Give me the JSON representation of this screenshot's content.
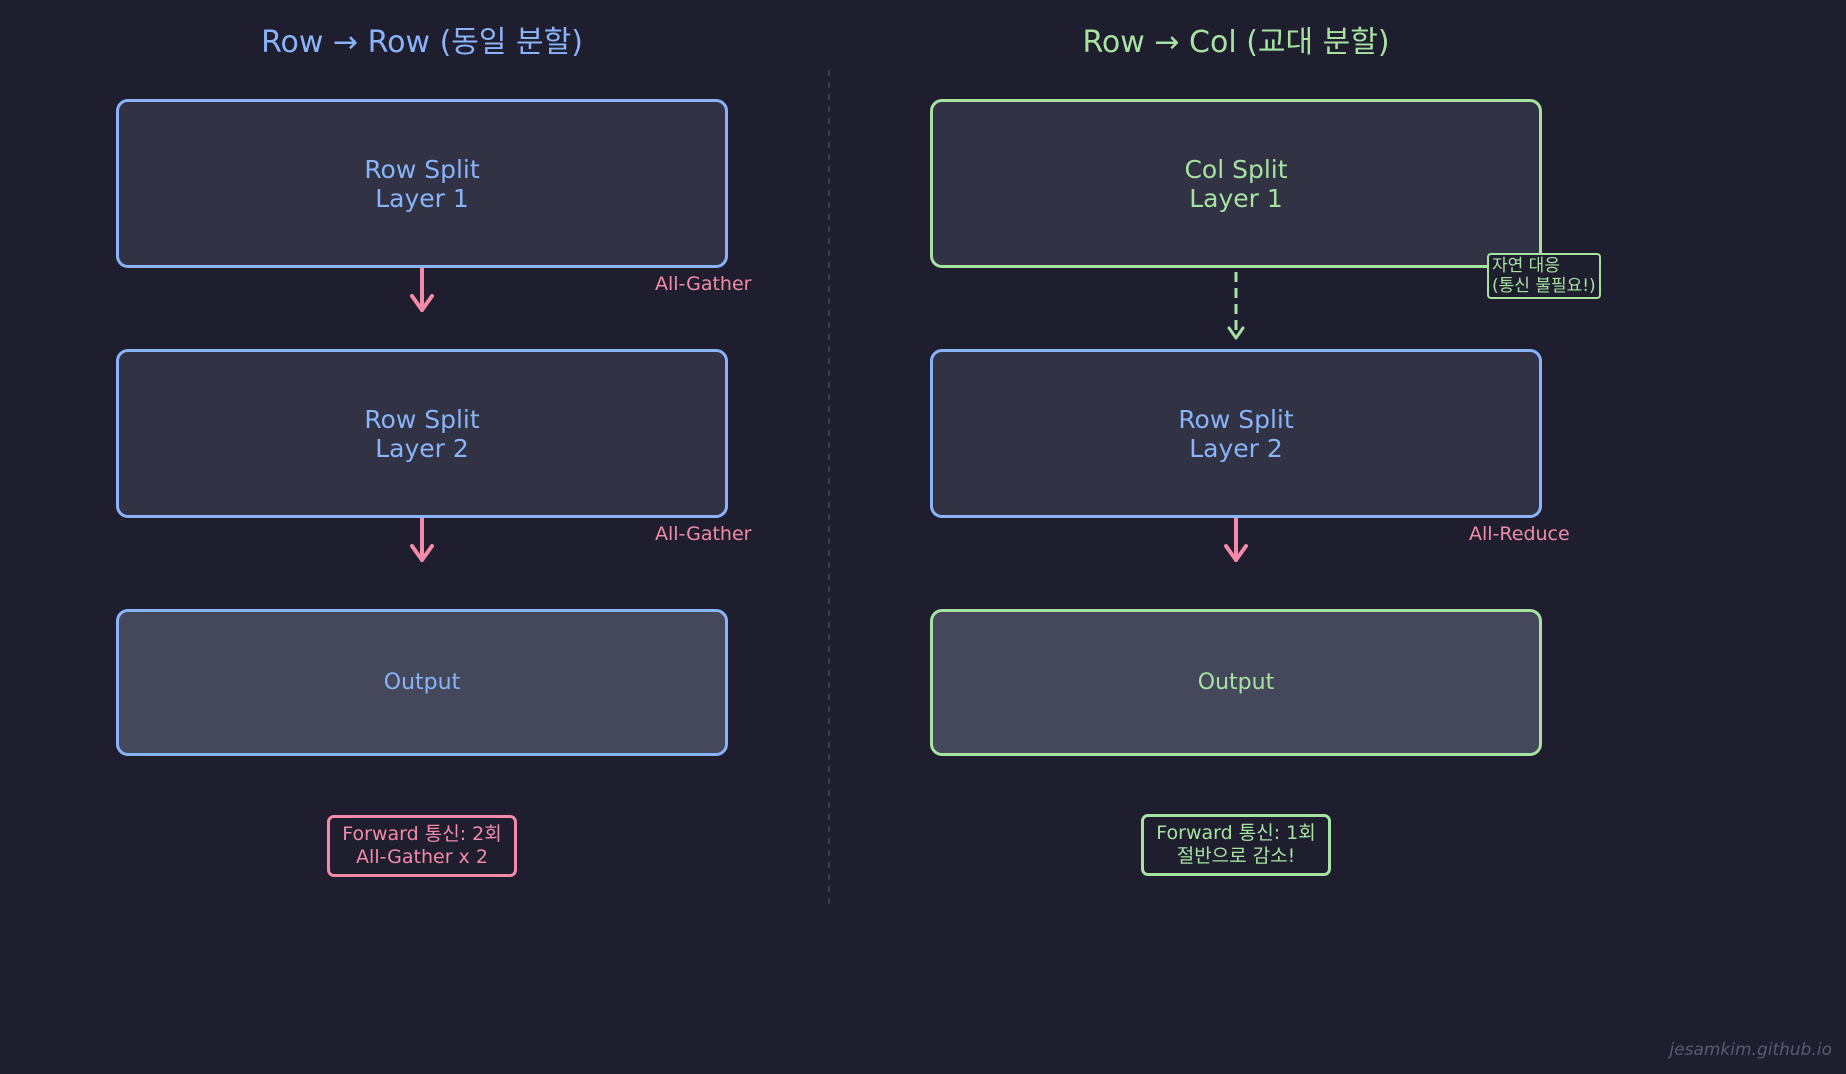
{
  "left_panel": {
    "title": "Row → Row (동일 분할)",
    "layer1": {
      "line1": "Row Split",
      "line2": "Layer 1"
    },
    "comm1_label": "All-Gather",
    "layer2": {
      "line1": "Row Split",
      "line2": "Layer 2"
    },
    "comm2_label": "All-Gather",
    "output": "Output",
    "summary": {
      "line1": "Forward 통신: 2회",
      "line2": "All-Gather x 2"
    }
  },
  "right_panel": {
    "title": "Row → Col (교대 분할)",
    "layer1": {
      "line1": "Col Split",
      "line2": "Layer 1"
    },
    "callout": {
      "line1": "자연 대응",
      "line2": "(통신 불필요!)"
    },
    "layer2": {
      "line1": "Row Split",
      "line2": "Layer 2"
    },
    "comm2_label": "All-Reduce",
    "output": "Output",
    "summary": {
      "line1": "Forward 통신: 1회",
      "line2": "절반으로 감소!"
    }
  },
  "watermark": "jesamkim.github.io",
  "colors": {
    "background": "#1e1e2e",
    "row_split": "#89b4fa",
    "col_split": "#a6e3a1",
    "communication": "#f38ba8",
    "layer_fill": "#313244",
    "output_fill": "#45475a"
  }
}
